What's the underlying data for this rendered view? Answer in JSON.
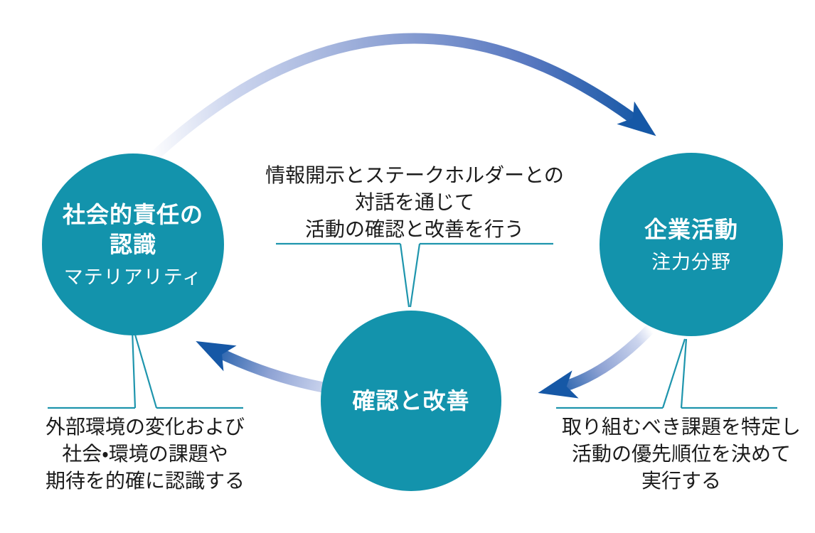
{
  "diagram_title": "CSR management cycle (implicit, no visible title)",
  "colors": {
    "circle_teal": "#1393ac",
    "callout_line_teal": "#1e95ad",
    "arrow_dark_blue": "#1658a6",
    "arrow_mid_blue": "#8fa3d4",
    "arrow_light": "#e9edf8",
    "text_dark": "#1b1b1b",
    "circle_text": "#ffffff"
  },
  "nodes": {
    "left": {
      "title_line1": "社会的責任の",
      "title_line2": "認識",
      "subtitle": "マテリアリティ"
    },
    "right": {
      "title": "企業活動",
      "subtitle": "注力分野"
    },
    "bottom": {
      "title": "確認と改善"
    }
  },
  "captions": {
    "center": {
      "lines": [
        "情報開示とステークホルダーとの",
        "対話を通じて",
        "活動の確認と改善を行う"
      ]
    },
    "bottom_left": {
      "lines": [
        "外部環境の変化および",
        "社会・環境の課題や",
        "期待を的確に認識する"
      ]
    },
    "bottom_right": {
      "lines": [
        "取り組むべき課題を特定し",
        "活動の優先順位を決めて",
        "実行する"
      ]
    }
  },
  "arrows": {
    "top_arc": "recognition-to-activity",
    "right_down": "activity-to-review",
    "left_up": "review-to-recognition"
  }
}
